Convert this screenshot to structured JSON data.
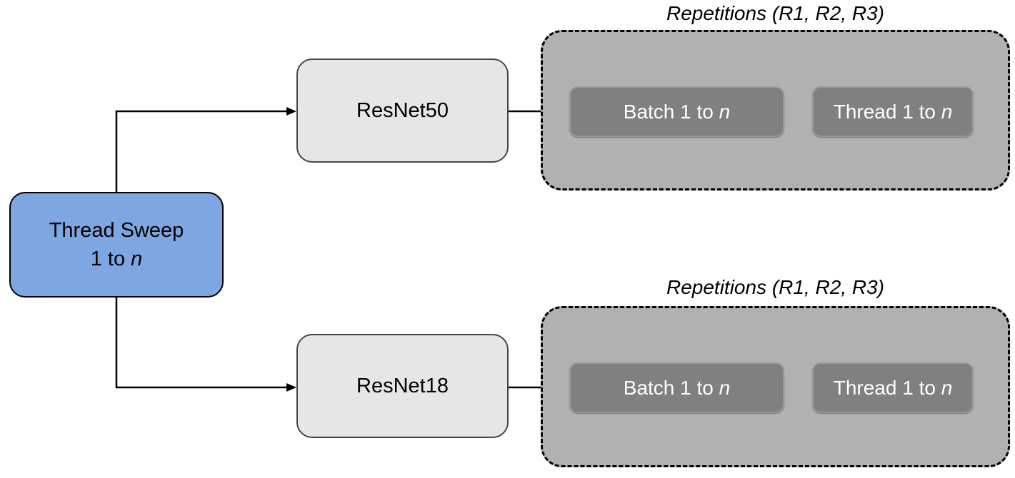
{
  "diagram": {
    "colors": {
      "root_fill": "#7EA6E0",
      "model_fill": "#E6E6E6",
      "group_fill": "#B1B1B1",
      "step_fill": "#808080",
      "step_text": "#FFFFFF",
      "line": "#000000"
    },
    "root_node": {
      "line1": "Thread Sweep",
      "line2_prefix": "1 to ",
      "line2_var": "n"
    },
    "branches": [
      {
        "model_label": "ResNet50",
        "group_title": "Repetitions (R1, R2, R3)",
        "steps": [
          {
            "prefix": "Batch 1 to ",
            "var": "n"
          },
          {
            "prefix": "Thread 1 to ",
            "var": "n"
          }
        ]
      },
      {
        "model_label": "ResNet18",
        "group_title": "Repetitions (R1, R2, R3)",
        "steps": [
          {
            "prefix": "Batch 1 to ",
            "var": "n"
          },
          {
            "prefix": "Thread 1 to ",
            "var": "n"
          }
        ]
      }
    ]
  }
}
